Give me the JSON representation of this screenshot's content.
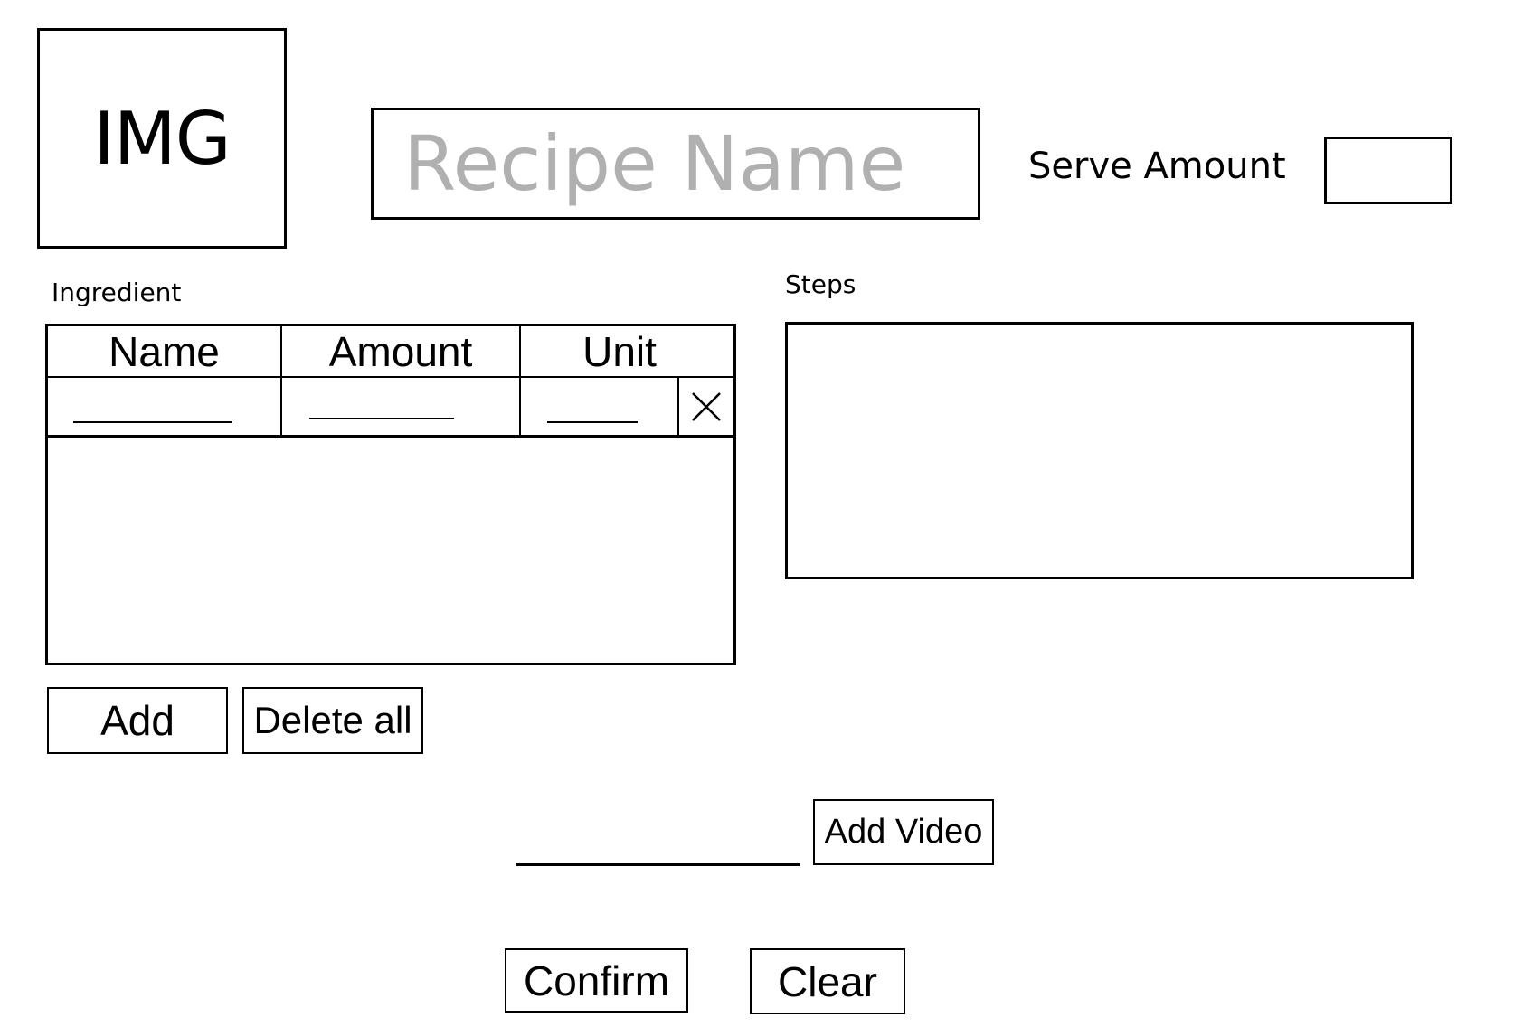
{
  "header": {
    "image_placeholder": "IMG",
    "recipe_name_placeholder": "Recipe Name",
    "serve_amount_label": "Serve Amount",
    "serve_amount_value": ""
  },
  "ingredient": {
    "section_label": "Ingredient",
    "columns": [
      "Name",
      "Amount",
      "Unit"
    ],
    "rows": [
      {
        "name": "",
        "amount": "",
        "unit": ""
      }
    ],
    "add_label": "Add",
    "delete_all_label": "Delete all"
  },
  "steps": {
    "section_label": "Steps",
    "value": ""
  },
  "video": {
    "value": "",
    "add_label": "Add Video"
  },
  "footer": {
    "confirm_label": "Confirm",
    "clear_label": "Clear"
  }
}
